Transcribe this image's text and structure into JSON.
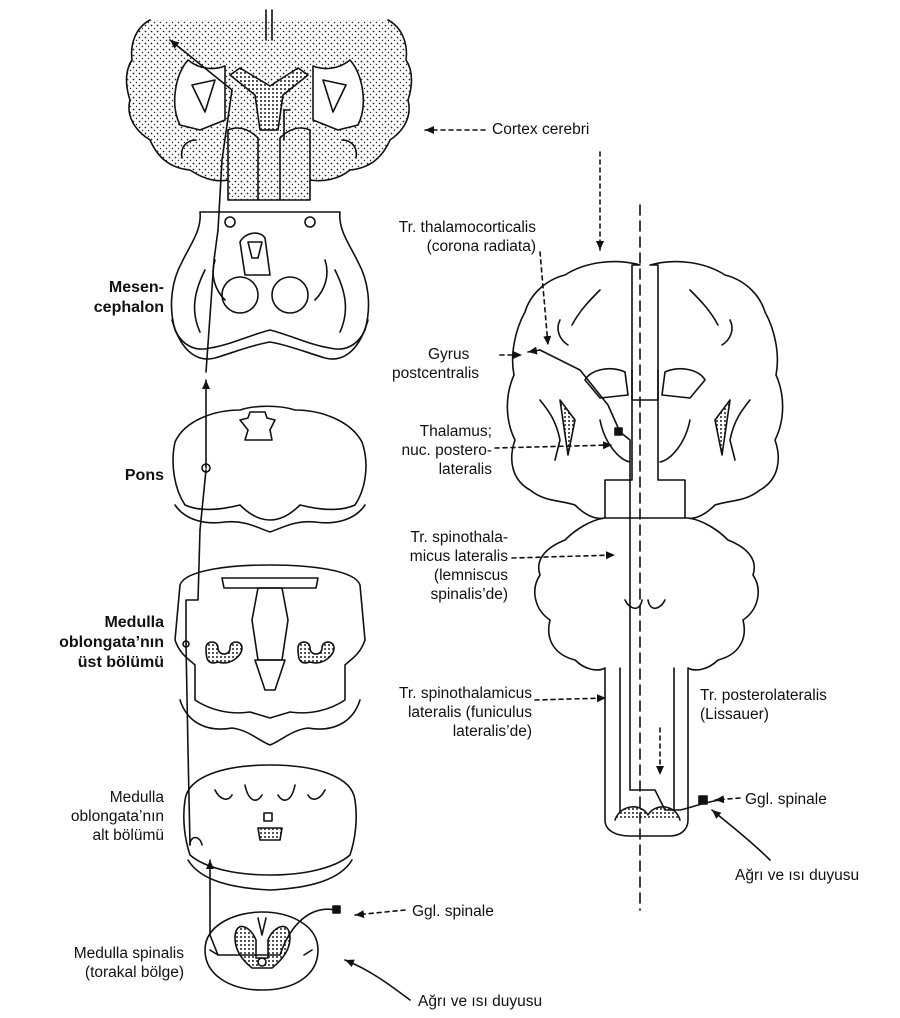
{
  "diagram": {
    "left_labels": {
      "mesencephalon": [
        "Mesen-",
        "cephalon"
      ],
      "pons": "Pons",
      "medulla_upper": [
        "Medulla",
        "oblongata’nın",
        "üst bölümü"
      ],
      "medulla_lower": [
        "Medulla",
        "oblongata’nın",
        "alt bölümü"
      ],
      "medulla_spinalis": [
        "Medulla spinalis",
        "(torakal bölge)"
      ]
    },
    "top_label": "Cortex cerebri",
    "bottom_left": {
      "ganglion": "Ggl. spinale",
      "sensation": "Ağrı ve ısı duyusu"
    },
    "right_labels": {
      "thalamocorticalis": [
        "Tr. thalamocorticalis",
        "(corona radiata)"
      ],
      "gyrus": [
        "Gyrus",
        "postcentralis"
      ],
      "thalamus": [
        "Thalamus;",
        "nuc. postero-",
        "lateralis"
      ],
      "spinothalamicus_lemniscus": [
        "Tr. spinothala-",
        "micus lateralis",
        "(lemniscus",
        "spinalis’de)"
      ],
      "spinothalamicus_funiculus": [
        "Tr. spinothalamicus",
        "lateralis (funiculus",
        "lateralis’de)"
      ],
      "posterolateralis": [
        "Tr. posterolateralis",
        "(Lissauer)"
      ],
      "ganglion": "Ggl. spinale",
      "sensation": "Ağrı ve ısı duyusu"
    }
  }
}
